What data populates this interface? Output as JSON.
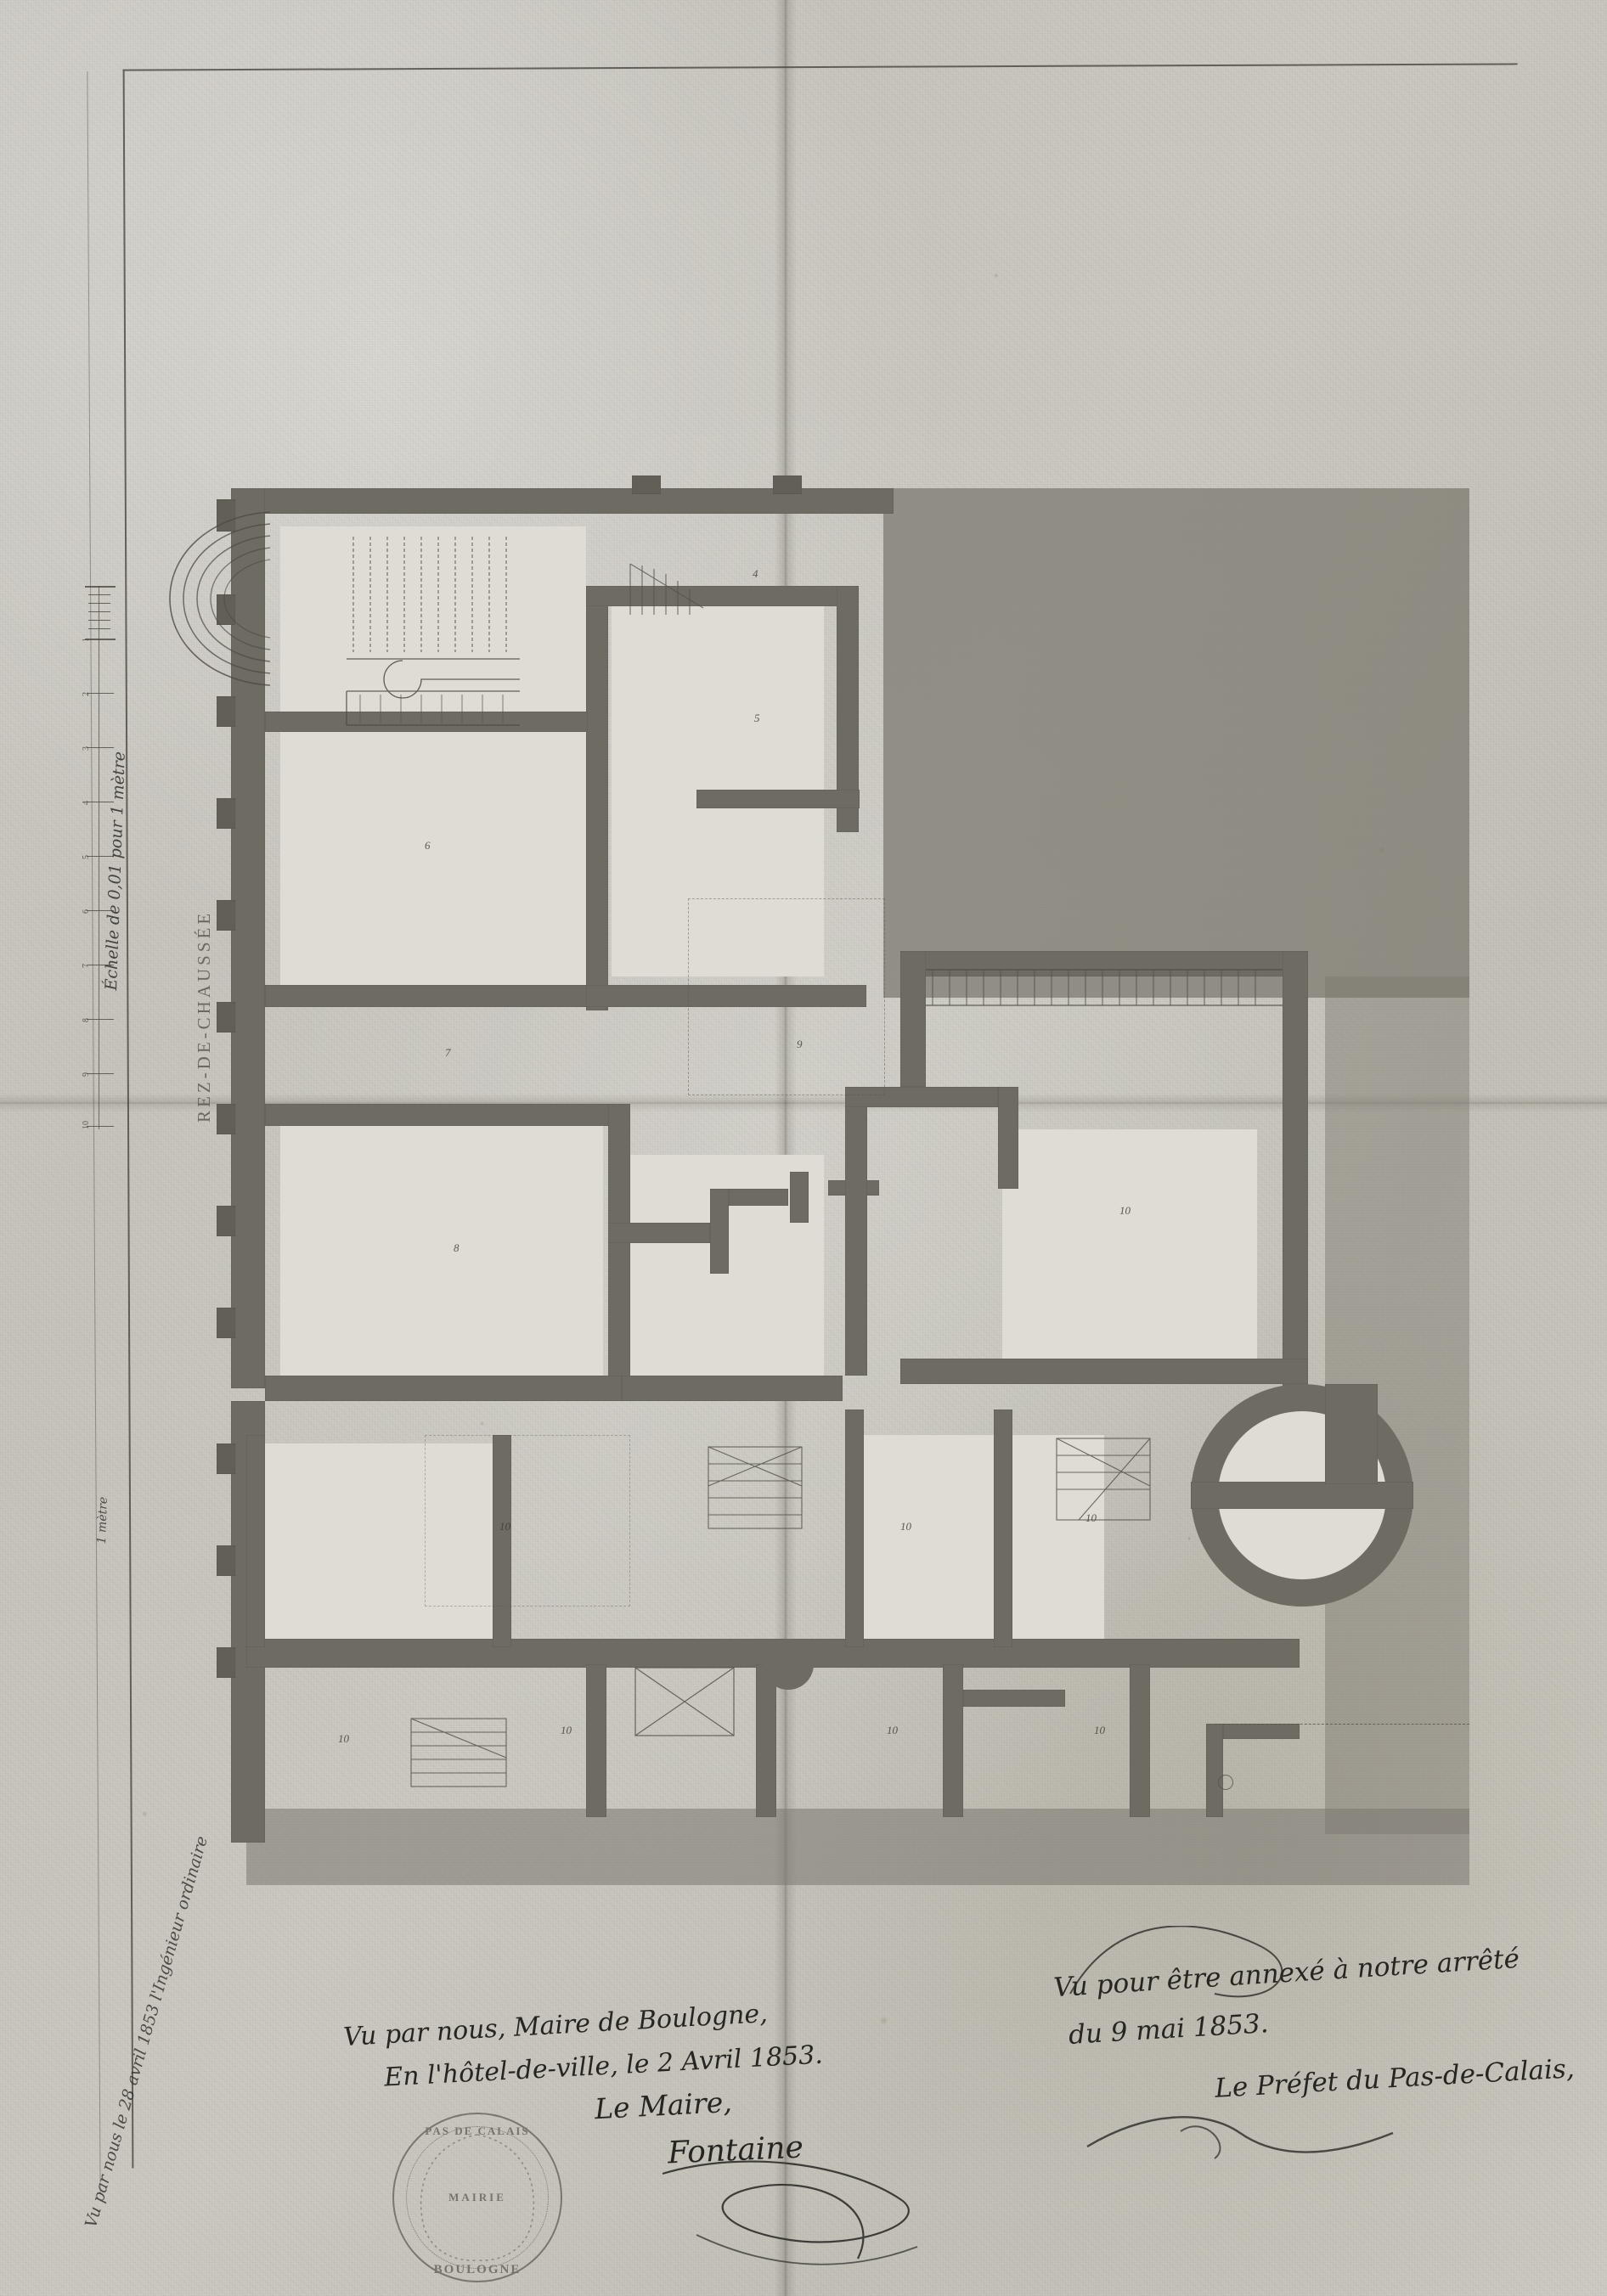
{
  "document": {
    "type": "architectural-ground-floor-plan",
    "title_vertical": "REZ-DE-CHAUSSÉE",
    "scale_caption": "Échelle de 0,01 pour 1 mètre",
    "scale_unit_label": "1 mètre",
    "scale_ticks": [
      "1",
      "2",
      "3",
      "4",
      "5",
      "6",
      "7",
      "8",
      "9",
      "10"
    ]
  },
  "plan": {
    "room_numbers": [
      "4",
      "5",
      "6",
      "7",
      "8",
      "9",
      "10",
      "10",
      "10",
      "10",
      "10",
      "10",
      "10",
      "10"
    ]
  },
  "inscriptions": {
    "mayor": {
      "line1": "Vu par nous, Maire de Boulogne,",
      "line2": "En l'hôtel-de-ville, le 2 Avril 1853.",
      "line3": "Le Maire,",
      "signature": "Fontaine"
    },
    "prefect": {
      "line1": "Vu pour être annexé à notre arrêté",
      "line2": "du 9 mai 1853.",
      "line3": "Le Préfet du Pas-de-Calais,",
      "signature": "signature"
    },
    "margin_note": "Vu par nous le 28 avril 1853 l'Ingénieur ordinaire"
  },
  "stamp": {
    "top": "PAS DE CALAIS",
    "middle": "MAIRIE",
    "bottom": "BOULOGNE"
  },
  "colors": {
    "paper": "#c9c7c0",
    "wall": "#6e6b63",
    "room": "#dedcd4",
    "ink": "#2f2d29",
    "wash": "#7a776e"
  }
}
